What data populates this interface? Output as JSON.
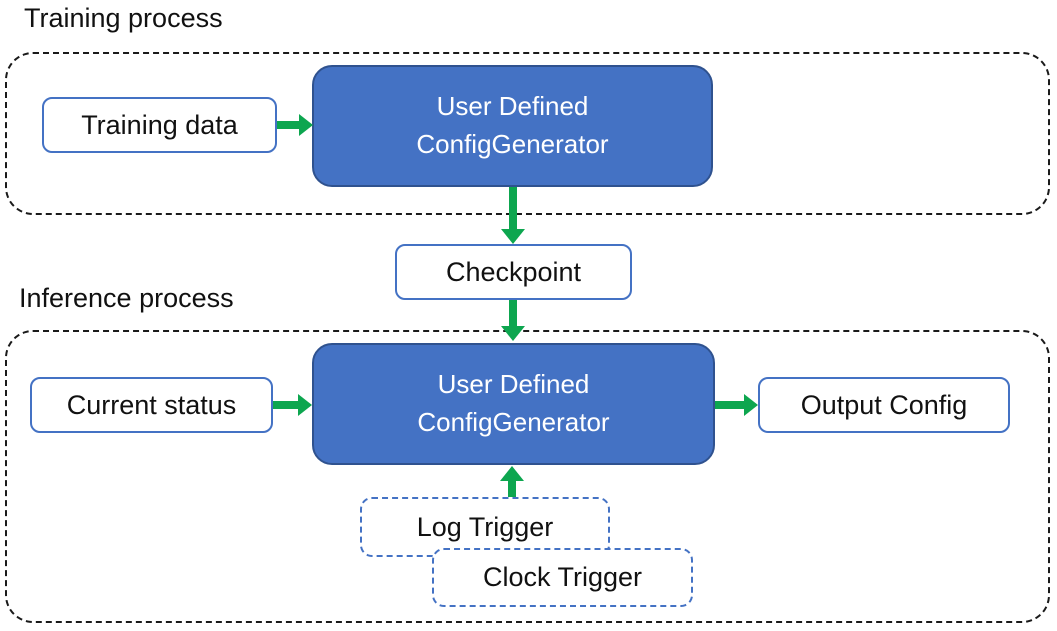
{
  "colors": {
    "box_fill": "#4472C4",
    "box_border": "#2F528F",
    "outline_blue": "#4472C4",
    "arrow_green": "#0DA64F",
    "dash_black": "#1a1a1a",
    "text_black": "#111111"
  },
  "training": {
    "label": "Training process",
    "input_box": "Training data",
    "generator_line1": "User Defined",
    "generator_line2": "ConfigGenerator"
  },
  "checkpoint": {
    "label": "Checkpoint"
  },
  "inference": {
    "label": "Inference process",
    "input_box": "Current status",
    "generator_line1": "User Defined",
    "generator_line2": "ConfigGenerator",
    "output_box": "Output Config",
    "log_trigger": "Log Trigger",
    "clock_trigger": "Clock Trigger"
  }
}
